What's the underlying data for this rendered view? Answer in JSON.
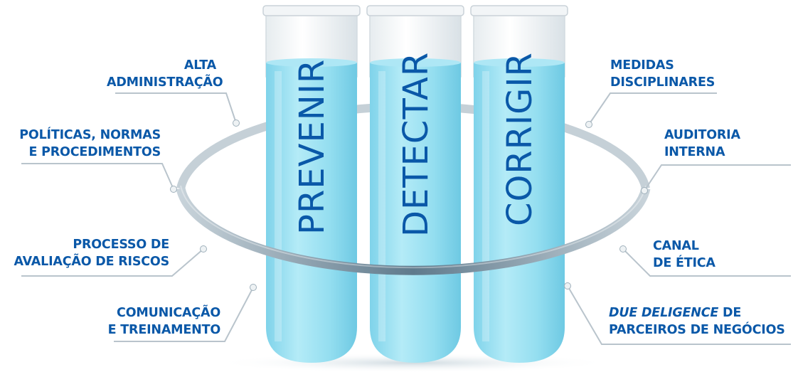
{
  "tubes": [
    {
      "word": "PREVENIR"
    },
    {
      "word": "DETECTAR"
    },
    {
      "word": "CORRIGIR"
    }
  ],
  "labels_left": [
    {
      "lines": [
        "ALTA",
        "ADMINISTRAÇÃO"
      ]
    },
    {
      "lines": [
        "POLÍTICAS, NORMAS",
        "E PROCEDIMENTOS"
      ]
    },
    {
      "lines": [
        "PROCESSO DE",
        "AVALIAÇÃO DE RISCOS"
      ]
    },
    {
      "lines": [
        "COMUNICAÇÃO",
        "E TREINAMENTO"
      ]
    }
  ],
  "labels_right": [
    {
      "lines": [
        "MEDIDAS",
        "DISCIPLINARES"
      ]
    },
    {
      "lines": [
        "AUDITORIA",
        "INTERNA"
      ]
    },
    {
      "lines": [
        "CANAL",
        "DE ÉTICA"
      ]
    },
    {
      "line1_italic": "DUE DELIGENCE",
      "line1_rest": " DE",
      "line2": "PARCEIROS DE NEGÓCIOS"
    }
  ],
  "colors": {
    "label_text": "#0a58a8",
    "liquid": "#8fdcef",
    "ring": "#7f97a8",
    "leader": "#b9c4cc"
  }
}
